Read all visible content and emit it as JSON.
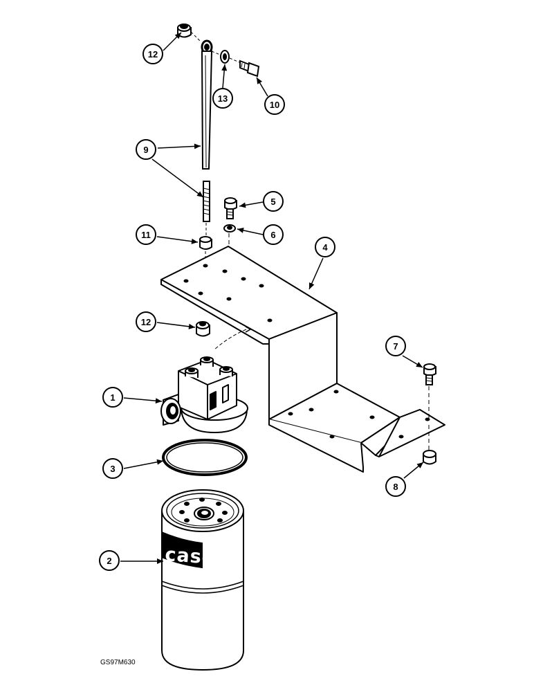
{
  "diagram": {
    "reference_code": "GS97M630",
    "brand_label": "case",
    "colors": {
      "ink": "#000000",
      "paper": "#ffffff"
    },
    "callouts": [
      {
        "id": "12a",
        "label": "12"
      },
      {
        "id": "13",
        "label": "13"
      },
      {
        "id": "10",
        "label": "10"
      },
      {
        "id": "9",
        "label": "9"
      },
      {
        "id": "5",
        "label": "5"
      },
      {
        "id": "6",
        "label": "6"
      },
      {
        "id": "11",
        "label": "11"
      },
      {
        "id": "4",
        "label": "4"
      },
      {
        "id": "12b",
        "label": "12"
      },
      {
        "id": "7",
        "label": "7"
      },
      {
        "id": "1",
        "label": "1"
      },
      {
        "id": "3",
        "label": "3"
      },
      {
        "id": "8",
        "label": "8"
      },
      {
        "id": "2",
        "label": "2"
      }
    ]
  }
}
